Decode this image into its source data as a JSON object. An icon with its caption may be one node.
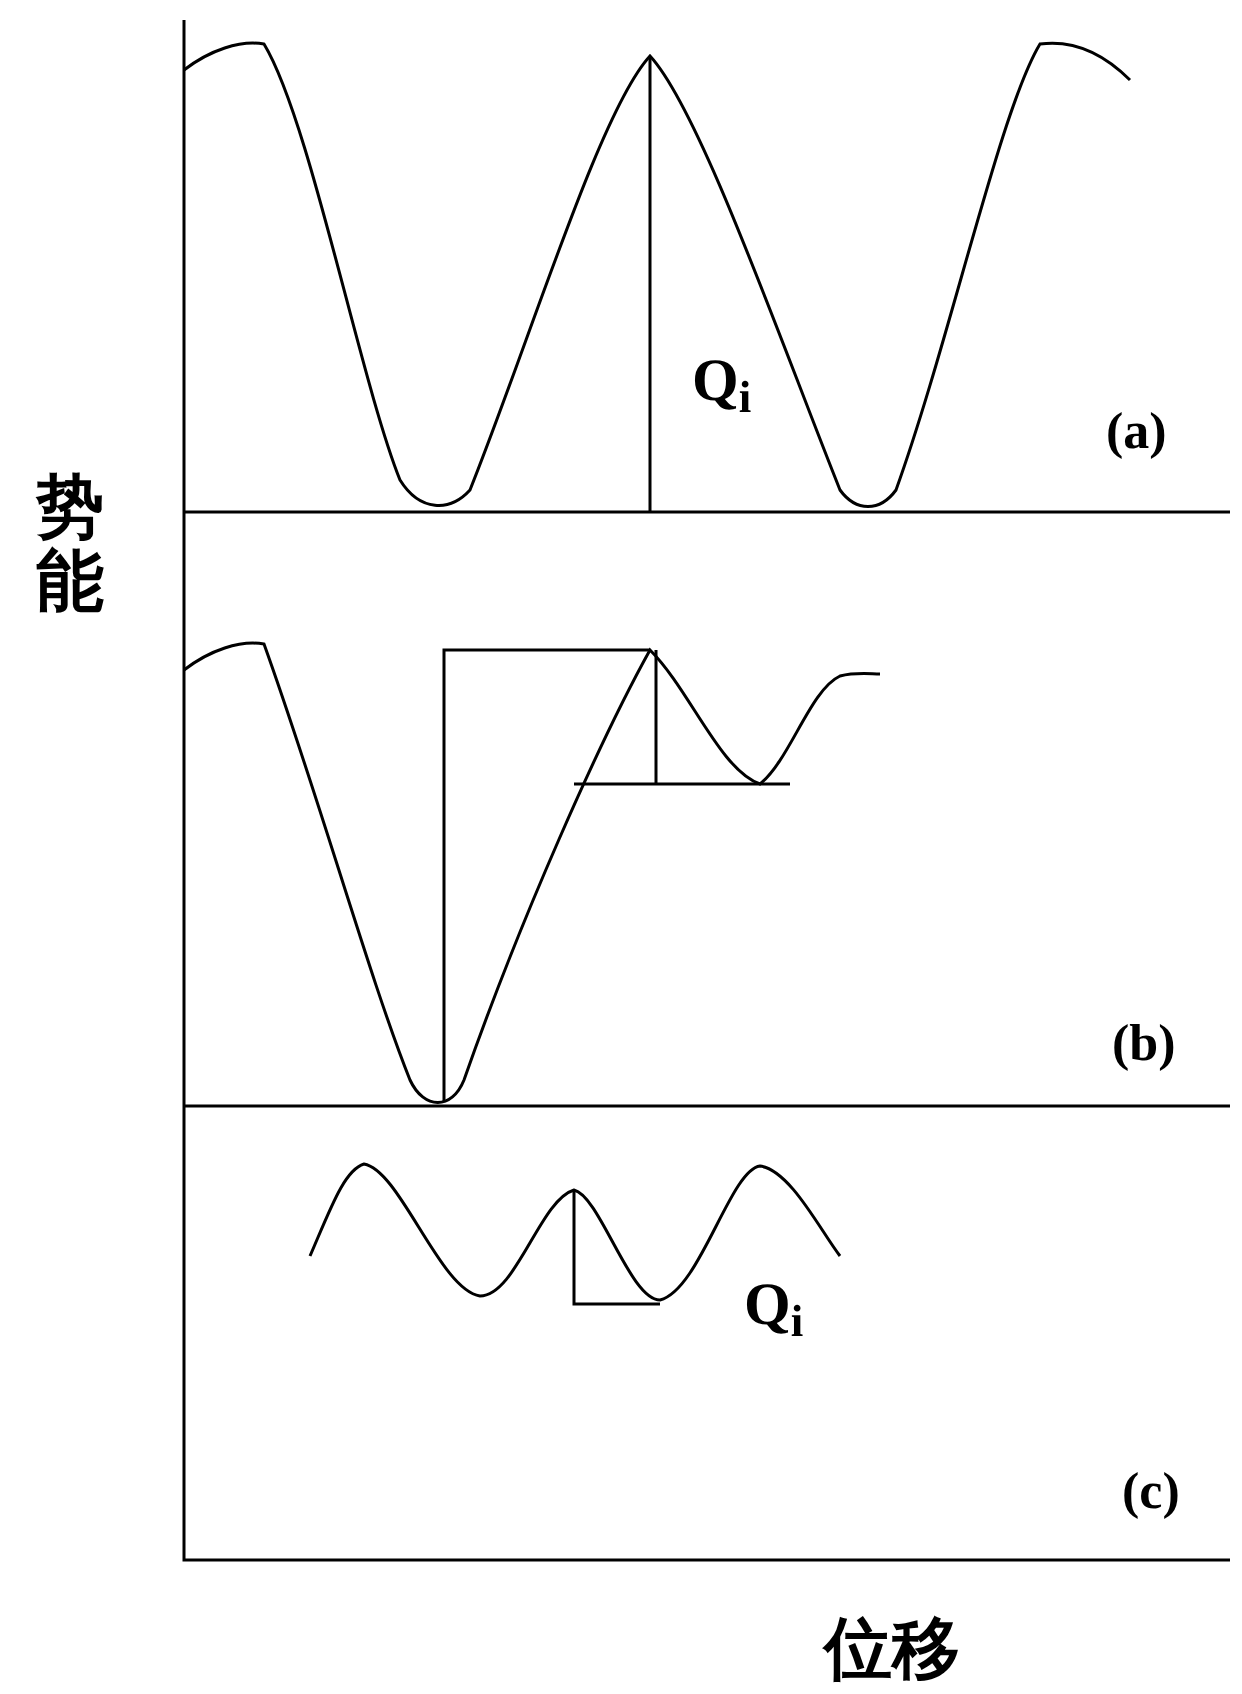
{
  "diagram": {
    "labels": [
      "势能",
      "Q$_{i}$",
      "(a)",
      "(b)",
      "Q$_{i}$",
      "(c)",
      "位移"
    ]
  }
}
